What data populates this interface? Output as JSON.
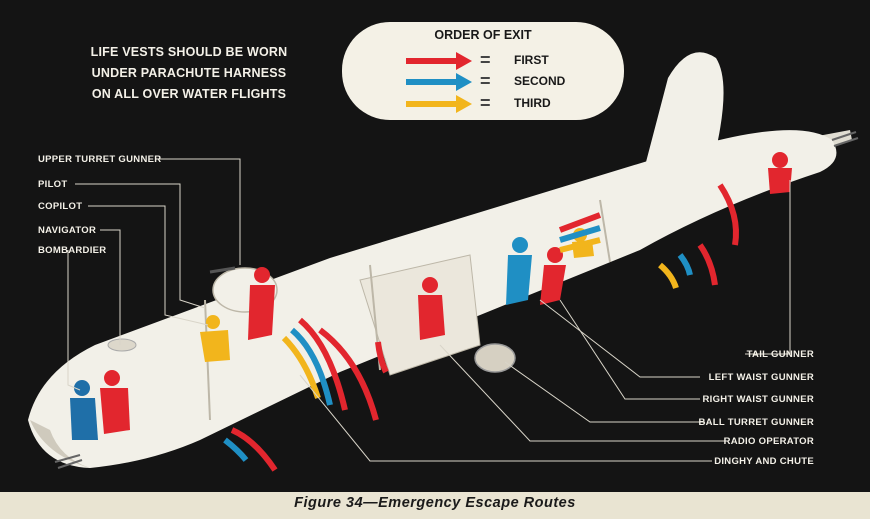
{
  "note": {
    "line1": "LIFE VESTS SHOULD BE WORN",
    "line2": "UNDER PARACHUTE HARNESS",
    "line3": "ON ALL OVER WATER FLIGHTS"
  },
  "legend": {
    "title": "ORDER OF EXIT",
    "items": [
      {
        "label": "FIRST",
        "color": "#e2262e"
      },
      {
        "label": "SECOND",
        "color": "#1f8fc4"
      },
      {
        "label": "THIRD",
        "color": "#f2b51c"
      }
    ],
    "eq": "="
  },
  "labels_left": [
    "UPPER TURRET GUNNER",
    "PILOT",
    "COPILOT",
    "NAVIGATOR",
    "BOMBARDIER"
  ],
  "labels_right": [
    "TAIL GUNNER",
    "LEFT WAIST GUNNER",
    "RIGHT WAIST GUNNER",
    "BALL TURRET GUNNER",
    "RADIO OPERATOR",
    "DINGHY AND CHUTE"
  ],
  "caption": "Figure 34—Emergency Escape Routes",
  "colors": {
    "background": "#141414",
    "fuselage": "#f2f0e8",
    "first": "#e2262e",
    "second": "#1f8fc4",
    "third": "#f2b51c",
    "page": "#e9e4d2"
  }
}
